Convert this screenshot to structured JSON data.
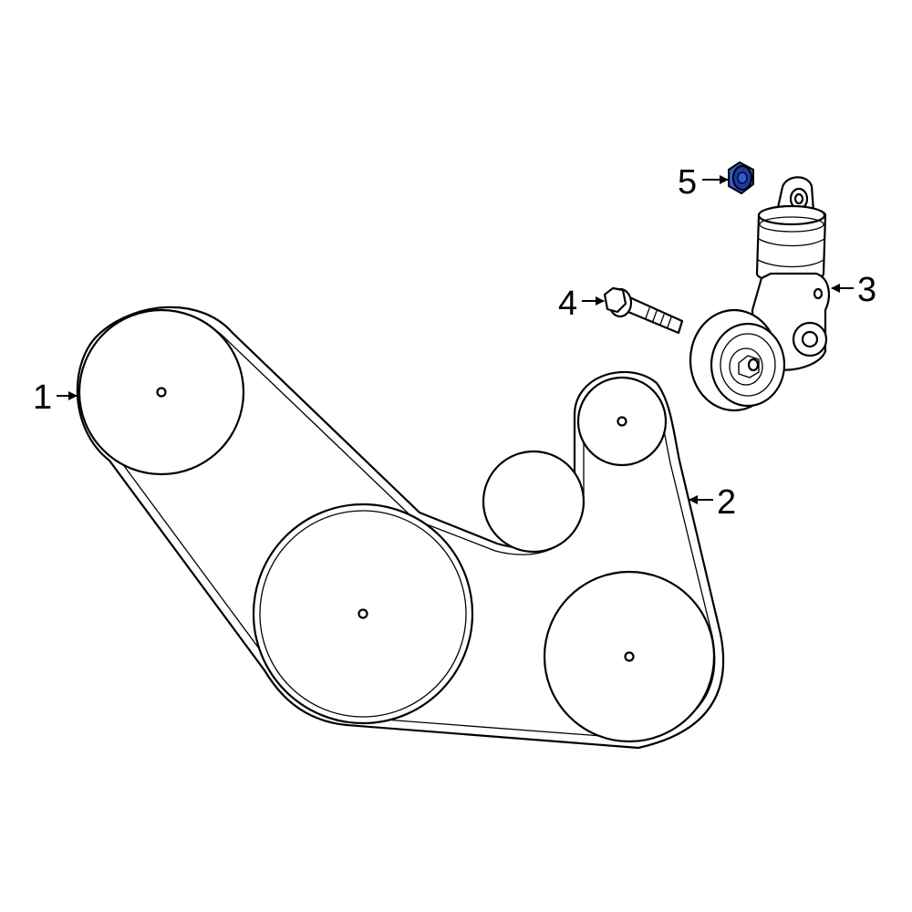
{
  "callouts": [
    {
      "number": "1",
      "part": "pulley"
    },
    {
      "number": "2",
      "part": "serpentine-belt"
    },
    {
      "number": "3",
      "part": "belt-tensioner"
    },
    {
      "number": "4",
      "part": "tensioner-bolt"
    },
    {
      "number": "5",
      "part": "tensioner-cap"
    }
  ],
  "colors": {
    "line": "#000000",
    "background": "#ffffff",
    "highlight": "#2f5bd2",
    "highlight_dark": "#1d3a9e"
  }
}
